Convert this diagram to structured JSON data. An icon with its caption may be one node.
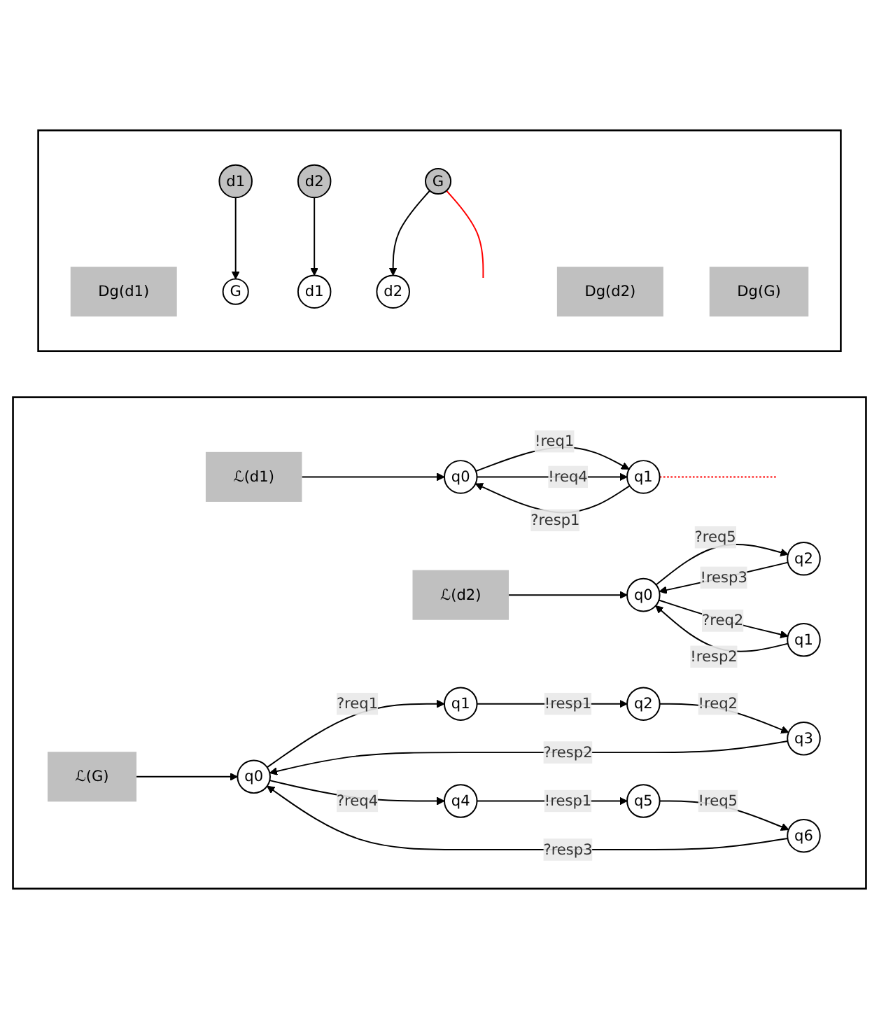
{
  "diagram": {
    "nodes": [
      {
        "text": [],
        "shape": "box"
      },
      {
        "text": [
          "ℒ(d1)"
        ],
        "in": 0
      },
      {
        "text": [
          "q0"
        ],
        "in": 0
      },
      {
        "text": [
          "q1"
        ],
        "in": 0
      },
      {
        "text": [
          "ℒ(d2)"
        ],
        "in": 0
      },
      {
        "text": [
          "q2"
        ],
        "in": 0
      },
      {
        "text": [
          "q0"
        ],
        "in": 0
      },
      {
        "text": [
          "q1"
        ],
        "in": 0
      },
      {
        "text": [
          "ℒ(G)"
        ],
        "in": 0
      },
      {
        "text": [
          "q0"
        ],
        "in": 0
      },
      {
        "text": [
          "q1"
        ],
        "in": 0
      },
      {
        "text": [
          "q2"
        ],
        "in": 0
      },
      {
        "text": [
          "q3"
        ],
        "in": 0
      },
      {
        "text": [
          "q4"
        ],
        "in": 0
      },
      {
        "text": [
          "q5"
        ],
        "in": 0
      },
      {
        "text": [
          "q6"
        ],
        "in": 0
      },
      {
        "text": [],
        "shape": "box"
      },
      {
        "text": [
          "Dg(d1)"
        ],
        "in": 16
      },
      {
        "text": [
          "Dg(d2)"
        ],
        "in": 16
      },
      {
        "text": [
          "Dg(G)"
        ],
        "in": 16
      },
      {
        "text": [
          "d1"
        ],
        "in": 16
      },
      {
        "text": [
          "G"
        ],
        "in": 16
      },
      {
        "text": [
          "d2"
        ],
        "in": 16
      },
      {
        "text": [
          "d1"
        ],
        "in": 16
      },
      {
        "text": [
          "G"
        ],
        "in": 16
      },
      {
        "text": [
          "d2"
        ],
        "in": 16
      }
    ],
    "edges": [
      {
        "from": 1,
        "to": 2,
        "arrow": "to"
      },
      {
        "from": 2,
        "to": 3,
        "label": "!req1",
        "arrow": "to"
      },
      {
        "from": 2,
        "to": 3,
        "label": "!req4",
        "arrow": "to"
      },
      {
        "from": 3,
        "to": 2,
        "label": "?resp1",
        "arrow": "to"
      },
      {
        "from": 3,
        "to": null,
        "arrow": "none",
        "style": "dashed",
        "color": "#ff0000"
      },
      {
        "from": 4,
        "to": 6,
        "arrow": "to"
      },
      {
        "from": 6,
        "to": 5,
        "label": "?req5",
        "arrow": "to"
      },
      {
        "from": 5,
        "to": 6,
        "label": "!resp3",
        "arrow": "to"
      },
      {
        "from": 6,
        "to": 7,
        "label": "?req2",
        "arrow": "to"
      },
      {
        "from": 7,
        "to": 6,
        "label": "!resp2",
        "arrow": "to"
      },
      {
        "from": 8,
        "to": 9,
        "arrow": "to"
      },
      {
        "from": 9,
        "to": 10,
        "label": "?req1",
        "arrow": "to"
      },
      {
        "from": 10,
        "to": 11,
        "label": "!resp1",
        "arrow": "to"
      },
      {
        "from": 11,
        "to": 12,
        "label": "!req2",
        "arrow": "to"
      },
      {
        "from": 12,
        "to": 9,
        "label": "?resp2",
        "arrow": "to"
      },
      {
        "from": 9,
        "to": 13,
        "label": "?req4",
        "arrow": "to"
      },
      {
        "from": 13,
        "to": 14,
        "label": "!resp1",
        "arrow": "to"
      },
      {
        "from": 14,
        "to": 15,
        "label": "!req5",
        "arrow": "to"
      },
      {
        "from": 15,
        "to": 9,
        "label": "?resp3",
        "arrow": "to"
      },
      {
        "from": 20,
        "to": 21,
        "arrow": "to"
      },
      {
        "from": 22,
        "to": 23,
        "arrow": "to"
      },
      {
        "from": 24,
        "to": 25,
        "arrow": "to"
      },
      {
        "from": 24,
        "to": null,
        "arrow": "none",
        "color": "#ff0000"
      }
    ]
  }
}
